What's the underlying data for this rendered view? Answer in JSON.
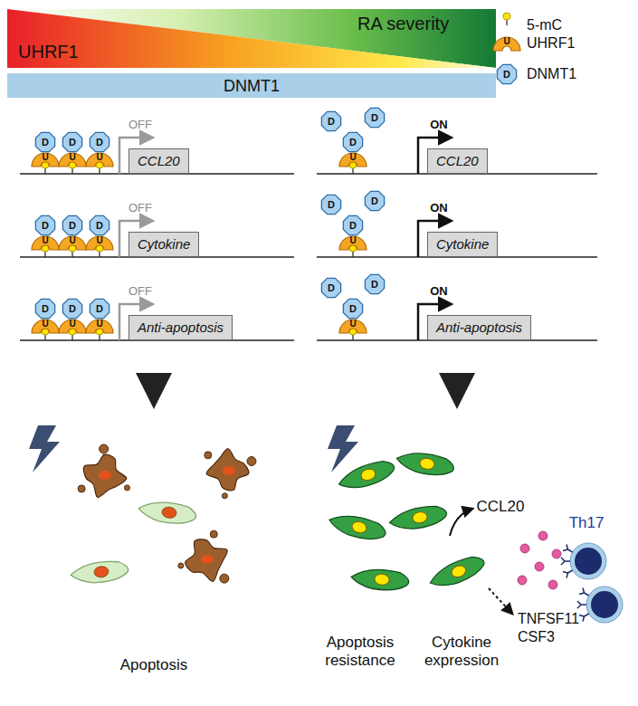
{
  "diagram": {
    "nodes": [
      {
        "text": [
          "CCL20"
        ]
      },
      {
        "text": [
          "Cytokine"
        ]
      },
      {
        "text": [
          "Anti-apoptosis"
        ]
      },
      {
        "text": [
          "CCL20"
        ]
      },
      {
        "text": [
          "Cytokine"
        ]
      },
      {
        "text": [
          "Anti-apoptosis"
        ]
      }
    ],
    "labels": [
      "UHRF1",
      "RA severity",
      "DNMT1",
      "U",
      "D",
      "OFF",
      "D",
      "D",
      "D",
      "U",
      "U",
      "U",
      "OFF",
      "D",
      "D",
      "D",
      "U",
      "U",
      "U",
      "OFF",
      "D",
      "D",
      "D",
      "U",
      "U",
      "U",
      "ON",
      "D",
      "D",
      "D",
      "U",
      "ON",
      "D",
      "D",
      "D",
      "U",
      "ON",
      "D",
      "D",
      "D",
      "U",
      "Apoptosis",
      "Apoptosis resistance",
      "Cytokine expression",
      "CCL20",
      "Th17",
      "TNFSF11",
      "CSF3"
    ],
    "legend": [
      {
        "text": "5-mC"
      },
      {
        "text": "UHRF1"
      },
      {
        "text": "DNMT1"
      }
    ]
  }
}
